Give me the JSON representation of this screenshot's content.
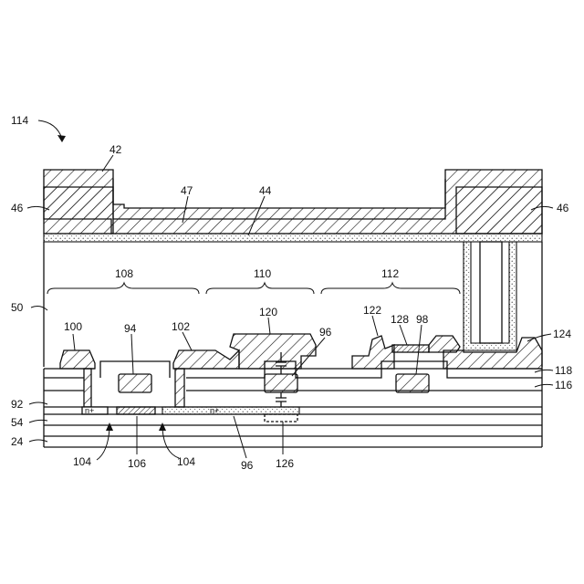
{
  "labels": {
    "l114": "114",
    "l42": "42",
    "l47": "47",
    "l44": "44",
    "l46_left": "46",
    "l46_right": "46",
    "l50": "50",
    "l108": "108",
    "l110": "110",
    "l112": "112",
    "l100": "100",
    "l94": "94",
    "l102": "102",
    "l120": "120",
    "l96_top": "96",
    "l122": "122",
    "l128": "128",
    "l98": "98",
    "l124": "124",
    "l118": "118",
    "l116": "116",
    "l92": "92",
    "l54": "54",
    "l24": "24",
    "l104_left": "104",
    "l106": "106",
    "l104_right": "104",
    "l96_bottom": "96",
    "l126": "126",
    "nplus_left": "n+",
    "nplus_mid": "n+"
  },
  "colors": {
    "ink": "#111111",
    "background": "#ffffff"
  }
}
